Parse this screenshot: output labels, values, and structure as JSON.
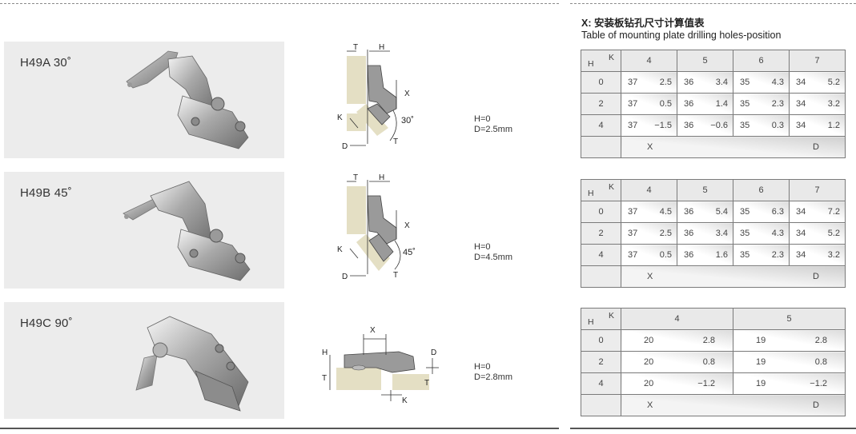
{
  "products": [
    {
      "name": "H49A  30˚",
      "angle": "30˚",
      "hd_line1": "H=0",
      "hd_line2": "D=2.5mm",
      "lbl_T": "T",
      "lbl_H": "H",
      "lbl_X": "X",
      "lbl_K": "K",
      "lbl_D": "D"
    },
    {
      "name": "H49B  45˚",
      "angle": "45˚",
      "hd_line1": "H=0",
      "hd_line2": "D=4.5mm",
      "lbl_T": "T",
      "lbl_H": "H",
      "lbl_X": "X",
      "lbl_K": "K",
      "lbl_D": "D"
    },
    {
      "name": "H49C  90˚",
      "hd_line1": "H=0",
      "hd_line2": "D=2.8mm",
      "lbl_T": "T",
      "lbl_H": "H",
      "lbl_X": "X",
      "lbl_K": "K",
      "lbl_D": "D"
    }
  ],
  "table_title": {
    "zh": "X: 安装板钻孔尺寸计算值表",
    "en": "Table of mounting plate drilling holes-position"
  },
  "tables": [
    {
      "corner_k": "K",
      "corner_h": "H",
      "k_values": [
        "4",
        "5",
        "6",
        "7"
      ],
      "rows": [
        {
          "h": "0",
          "cells": [
            [
              "37",
              "2.5"
            ],
            [
              "36",
              "3.4"
            ],
            [
              "35",
              "4.3"
            ],
            [
              "34",
              "5.2"
            ]
          ]
        },
        {
          "h": "2",
          "cells": [
            [
              "37",
              "0.5"
            ],
            [
              "36",
              "1.4"
            ],
            [
              "35",
              "2.3"
            ],
            [
              "34",
              "3.2"
            ]
          ]
        },
        {
          "h": "4",
          "cells": [
            [
              "37",
              "−1.5"
            ],
            [
              "36",
              "−0.6"
            ],
            [
              "35",
              "0.3"
            ],
            [
              "34",
              "1.2"
            ]
          ]
        }
      ],
      "footer_x": "X",
      "footer_d": "D"
    },
    {
      "corner_k": "K",
      "corner_h": "H",
      "k_values": [
        "4",
        "5",
        "6",
        "7"
      ],
      "rows": [
        {
          "h": "0",
          "cells": [
            [
              "37",
              "4.5"
            ],
            [
              "36",
              "5.4"
            ],
            [
              "35",
              "6.3"
            ],
            [
              "34",
              "7.2"
            ]
          ]
        },
        {
          "h": "2",
          "cells": [
            [
              "37",
              "2.5"
            ],
            [
              "36",
              "3.4"
            ],
            [
              "35",
              "4.3"
            ],
            [
              "34",
              "5.2"
            ]
          ]
        },
        {
          "h": "4",
          "cells": [
            [
              "37",
              "0.5"
            ],
            [
              "36",
              "1.6"
            ],
            [
              "35",
              "2.3"
            ],
            [
              "34",
              "3.2"
            ]
          ]
        }
      ],
      "footer_x": "X",
      "footer_d": "D"
    },
    {
      "corner_k": "K",
      "corner_h": "H",
      "k_values": [
        "4",
        "5"
      ],
      "rows": [
        {
          "h": "0",
          "cells": [
            [
              "20",
              "2.8"
            ],
            [
              "19",
              "2.8"
            ]
          ]
        },
        {
          "h": "2",
          "cells": [
            [
              "20",
              "0.8"
            ],
            [
              "19",
              "0.8"
            ]
          ]
        },
        {
          "h": "4",
          "cells": [
            [
              "20",
              "−1.2"
            ],
            [
              "19",
              "−1.2"
            ]
          ]
        }
      ],
      "footer_x": "X",
      "footer_d": "D"
    }
  ]
}
